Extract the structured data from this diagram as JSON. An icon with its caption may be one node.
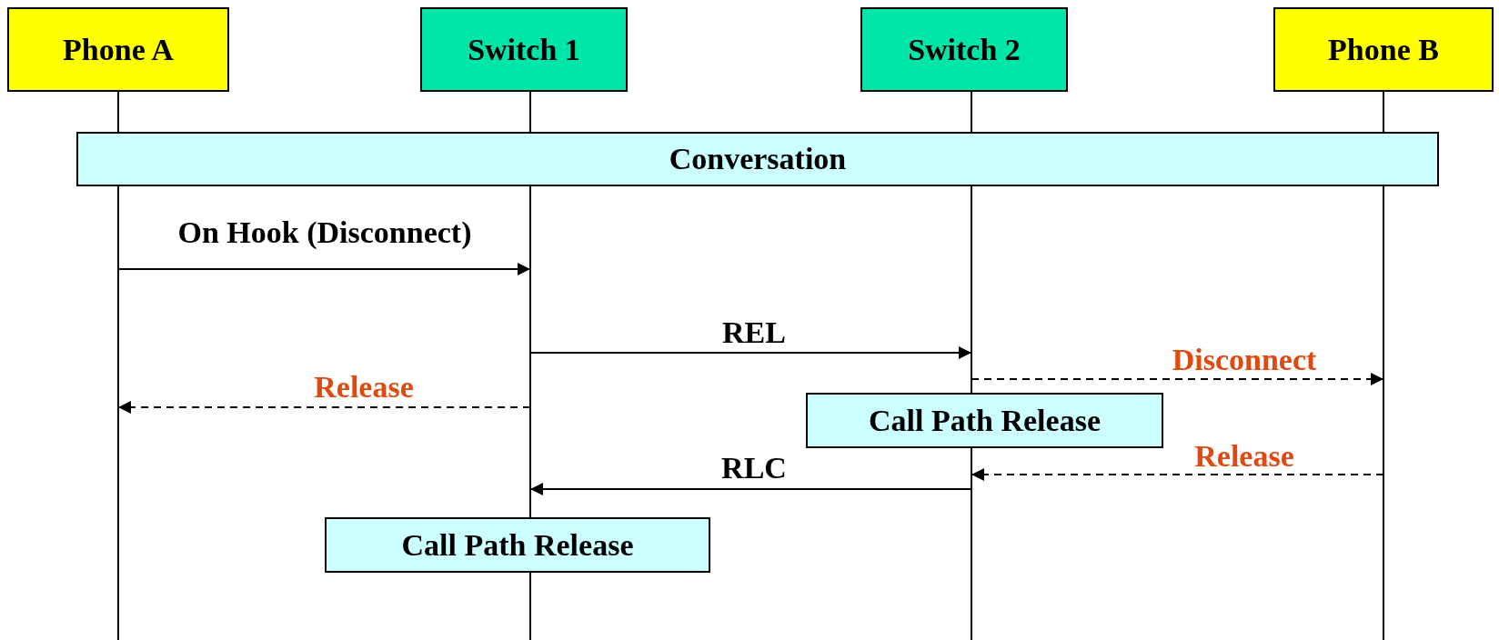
{
  "diagram": {
    "nodes": [
      {
        "text": [
          "Phone A"
        ]
      },
      {
        "text": [
          "Switch 1"
        ]
      },
      {
        "text": [
          "Switch 2"
        ]
      },
      {
        "text": [
          "Phone B"
        ]
      },
      {
        "text": [
          "Conversation"
        ]
      },
      {
        "text": [
          "Call Path Release"
        ]
      },
      {
        "text": [
          "Call Path Release"
        ]
      }
    ],
    "edges": [
      {
        "from": 0,
        "to": 1,
        "arrow": "to",
        "label": "On Hook (Disconnect)"
      },
      {
        "from": 1,
        "to": 2,
        "arrow": "to",
        "label": "REL"
      },
      {
        "from": 2,
        "to": 3,
        "arrow": "to",
        "label": "Disconnect",
        "style": "dashed"
      },
      {
        "from": 1,
        "to": 0,
        "arrow": "to",
        "label": "Release",
        "style": "dashed"
      },
      {
        "from": 3,
        "to": 2,
        "arrow": "to",
        "label": "Release",
        "style": "dashed"
      },
      {
        "from": 2,
        "to": 1,
        "arrow": "to",
        "label": "RLC"
      }
    ]
  }
}
